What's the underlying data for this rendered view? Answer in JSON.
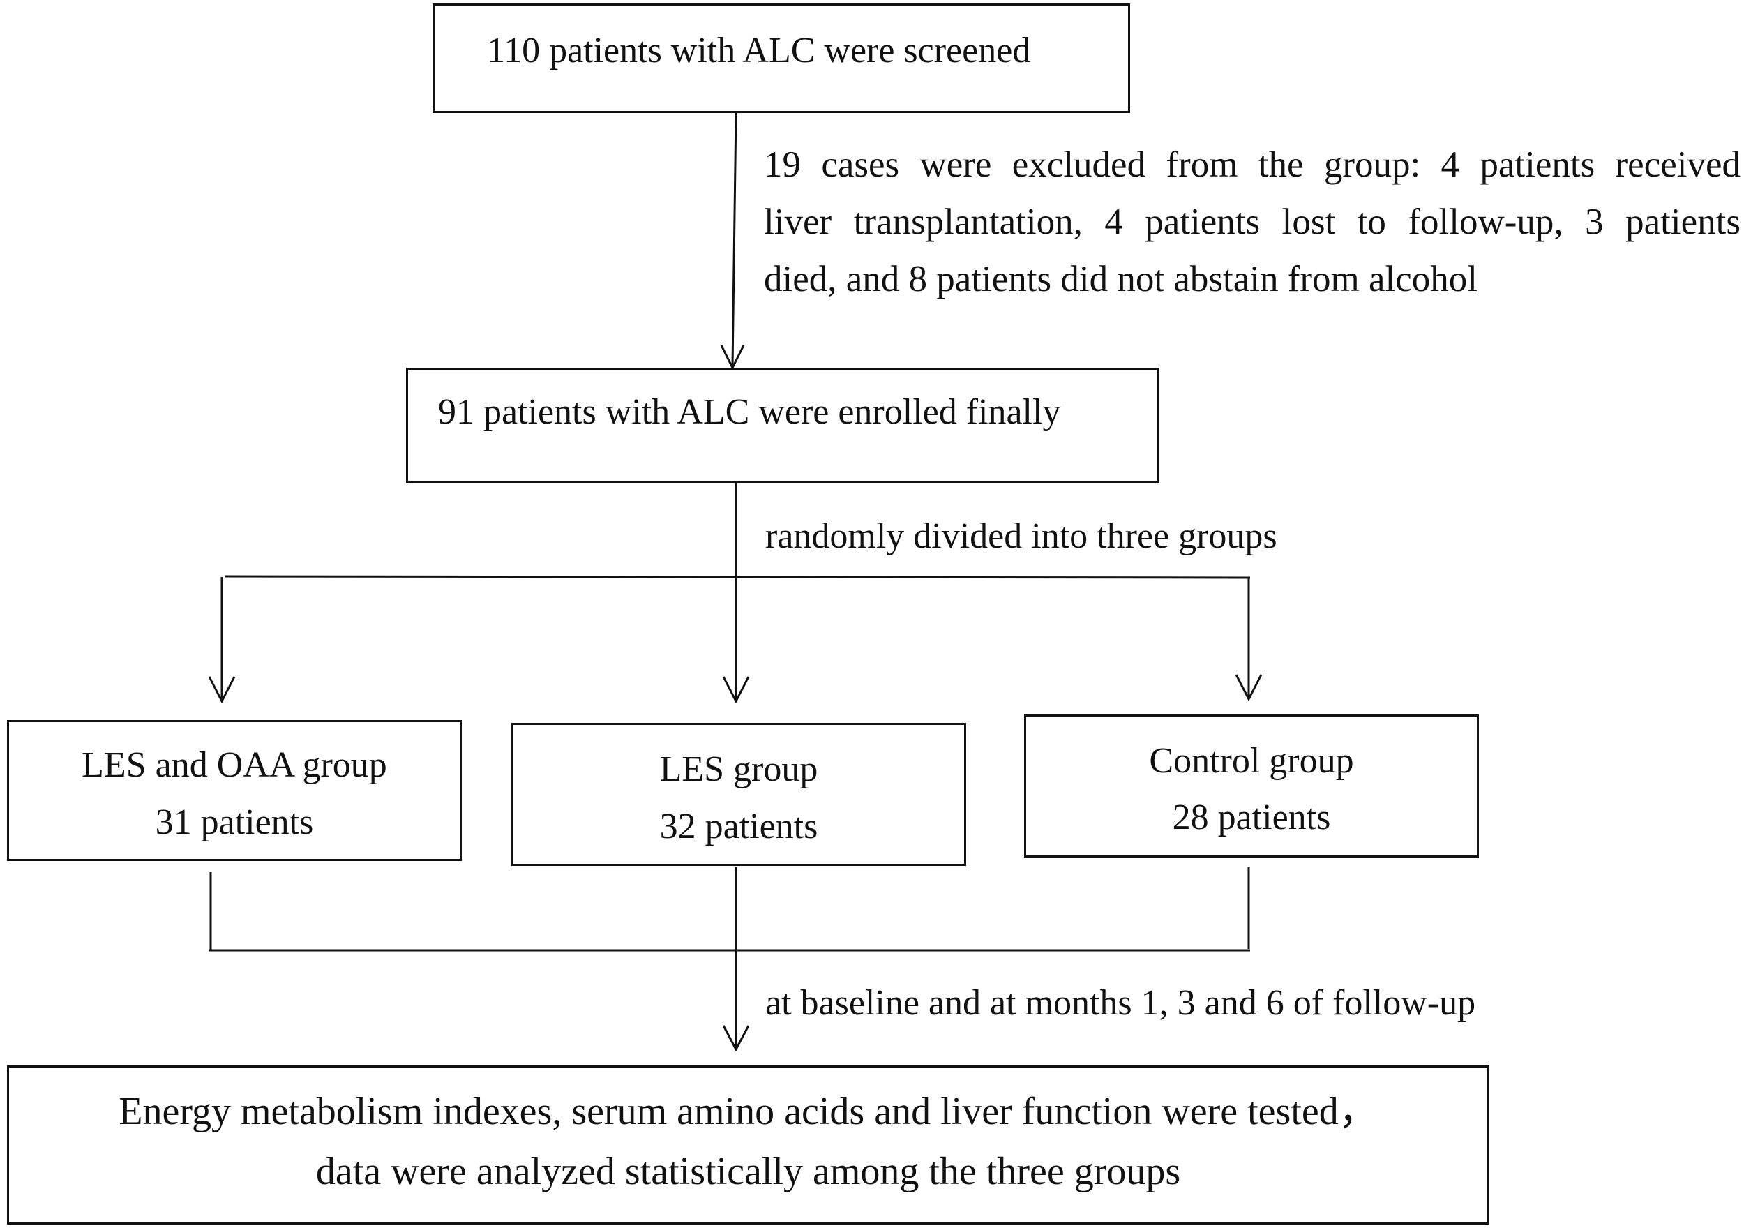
{
  "screened": {
    "text": "110 patients with ALC were screened"
  },
  "exclusion": {
    "line1": "19 cases were excluded from the group: 4 patients received",
    "line2": "liver transplantation, 4 patients lost to follow-up, 3 patients",
    "line3": "died, and 8 patients did not abstain from alcohol"
  },
  "enrolled": {
    "text": "91 patients with ALC were enrolled finally"
  },
  "randomize_label": "randomly divided into three groups",
  "groups": [
    {
      "name": "LES and OAA group",
      "count": "31 patients"
    },
    {
      "name": "LES group",
      "count": "32 patients"
    },
    {
      "name": "Control group",
      "count": "28 patients"
    }
  ],
  "followup_label": "at baseline and at months 1, 3 and 6 of follow-up",
  "outcome": {
    "line1": "Energy metabolism indexes, serum amino acids and liver function were tested，",
    "line2": "data were analyzed statistically among the three groups"
  }
}
